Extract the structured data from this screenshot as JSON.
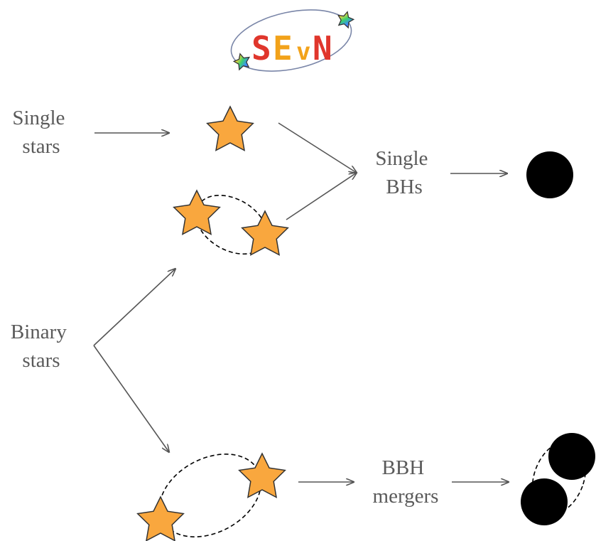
{
  "logo": {
    "text": "SEvN",
    "letters": [
      "S",
      "E",
      "v",
      "N"
    ],
    "colors": {
      "S": "#e0362c",
      "E": "#f2a21a",
      "v": "#f2a21a",
      "N": "#e0362c",
      "ellipse": "#7a86a8"
    },
    "icon": "rainbow-star-icon"
  },
  "labels": {
    "single_stars": [
      "Single",
      "stars"
    ],
    "binary_stars": [
      "Binary",
      "stars"
    ],
    "single_bhs": [
      "Single",
      "BHs"
    ],
    "bbh_mergers": [
      "BBH",
      "mergers"
    ]
  },
  "colors": {
    "star_fill": "#f9a73e",
    "star_stroke": "#333333",
    "arrow": "#555555",
    "black_hole": "#000000",
    "orbit": "#000000",
    "text": "#5a5a5a"
  },
  "icons": {
    "star": "star-icon",
    "black_hole": "black-hole-icon",
    "orbit": "dashed-orbit"
  }
}
